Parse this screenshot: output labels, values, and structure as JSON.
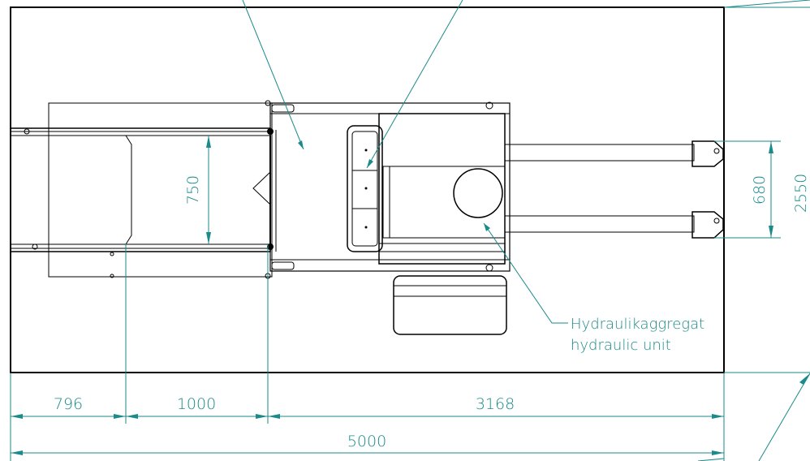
{
  "dimensions": {
    "seg1": "796",
    "seg2": "1000",
    "seg3": "3168",
    "overall_length": "5000",
    "inner_width": "750",
    "fork_spacing": "680",
    "overall_width": "2550"
  },
  "annotations": {
    "hydraulic_unit_line1": "Hydraulikaggregat",
    "hydraulic_unit_line2": "hydraulic unit"
  },
  "colors": {
    "dimension": "#1a8a8a",
    "outline": "#000000"
  }
}
